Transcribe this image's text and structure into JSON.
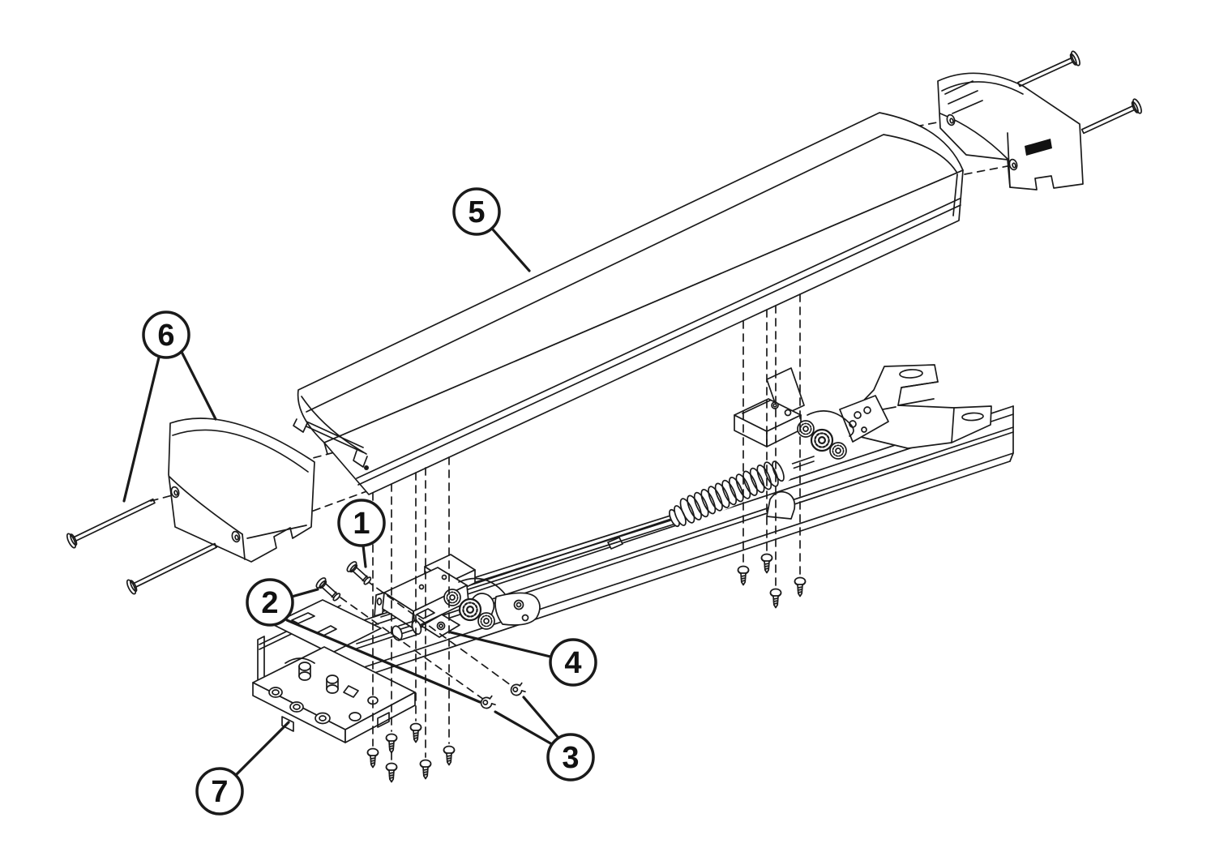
{
  "diagram": {
    "background_color": "#ffffff",
    "line_color": "#1a1a1a",
    "callouts": [
      {
        "number": "1"
      },
      {
        "number": "2"
      },
      {
        "number": "3"
      },
      {
        "number": "4"
      },
      {
        "number": "5"
      },
      {
        "number": "6"
      },
      {
        "number": "7"
      }
    ]
  }
}
